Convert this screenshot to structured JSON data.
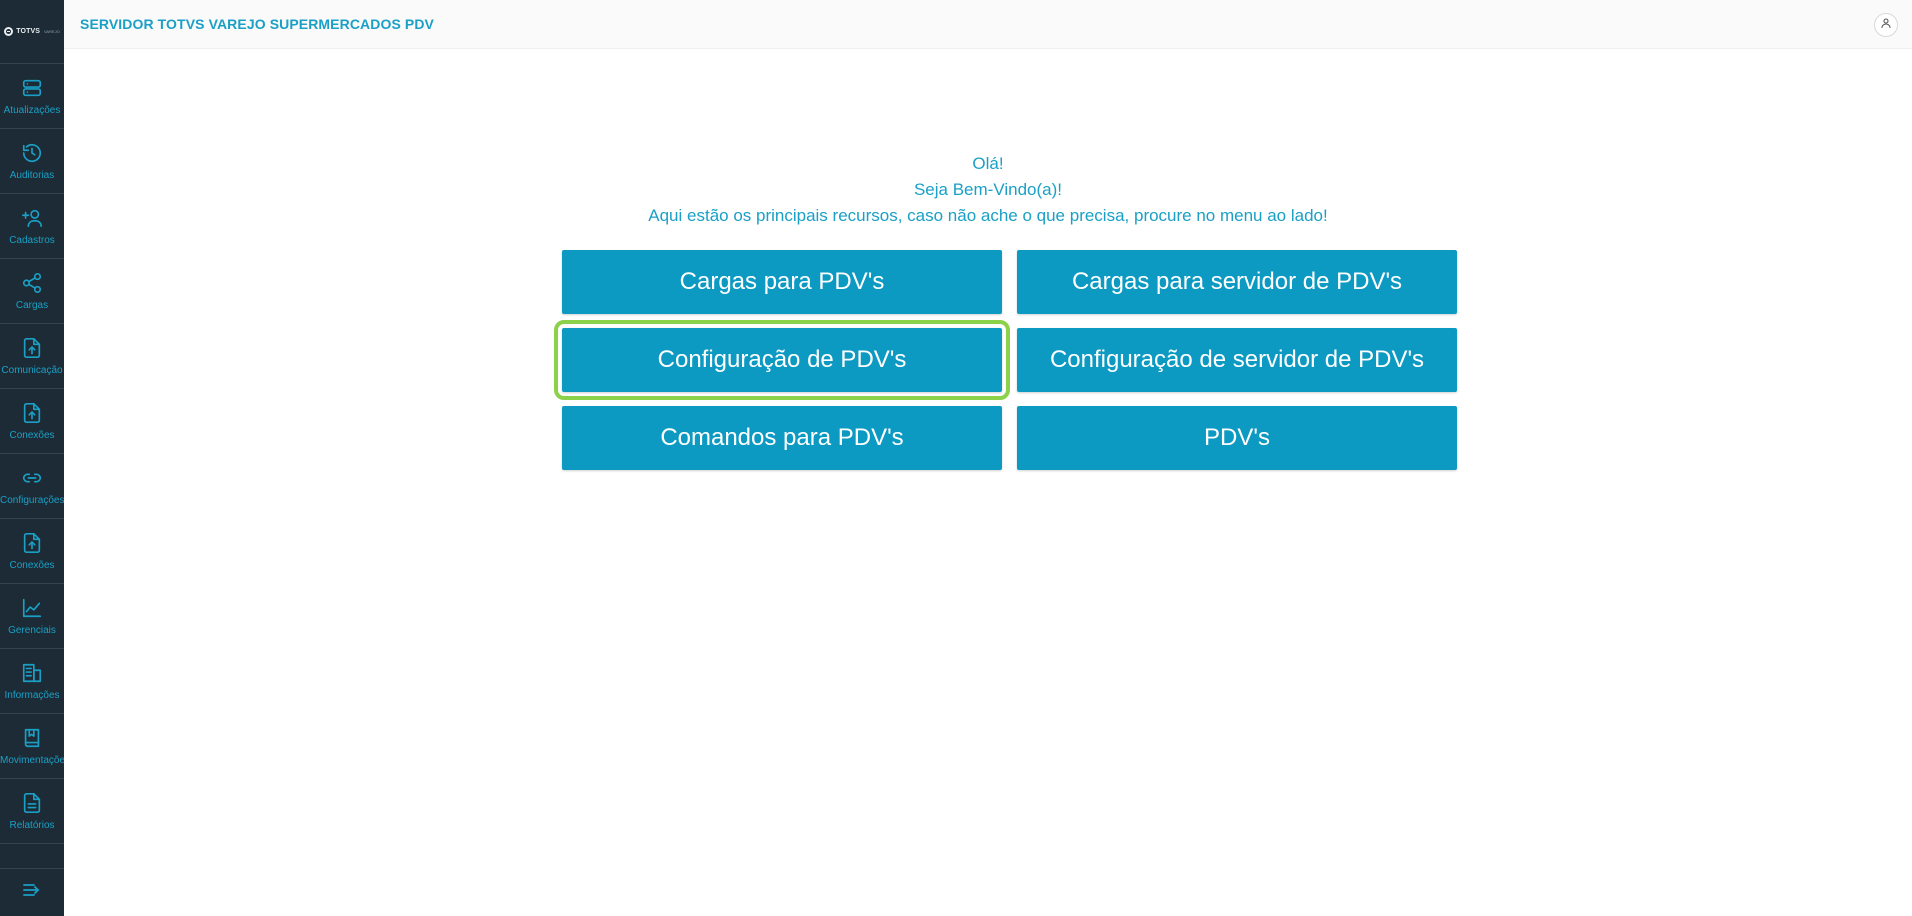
{
  "brand": {
    "logo_text": "TOTVS",
    "logo_subtext": "VAREJO"
  },
  "header": {
    "title": "SERVIDOR TOTVS VAREJO SUPERMERCADOS PDV",
    "user_icon": "user-icon"
  },
  "sidebar": {
    "items": [
      {
        "label": "Atualizações",
        "icon": "server-icon"
      },
      {
        "label": "Auditorias",
        "icon": "history-icon"
      },
      {
        "label": "Cadastros",
        "icon": "add-user-icon"
      },
      {
        "label": "Cargas",
        "icon": "share-icon"
      },
      {
        "label": "Comunicação",
        "icon": "file-upload-icon"
      },
      {
        "label": "Conexões",
        "icon": "file-upload-icon"
      },
      {
        "label": "Configurações",
        "icon": "link-icon"
      },
      {
        "label": "Conexões",
        "icon": "file-upload-icon"
      },
      {
        "label": "Gerenciais",
        "icon": "chart-icon"
      },
      {
        "label": "Informações",
        "icon": "building-icon"
      },
      {
        "label": "Movimentações",
        "icon": "book-icon"
      },
      {
        "label": "Relatórios",
        "icon": "document-icon"
      }
    ],
    "collapse_icon": "menu-collapse-icon"
  },
  "welcome": {
    "line1": "Olá!",
    "line2": "Seja Bem-Vindo(a)!",
    "line3": "Aqui estão os principais recursos, caso não ache o que precisa, procure no menu ao lado!"
  },
  "actions": [
    {
      "label": "Cargas para PDV's"
    },
    {
      "label": "Cargas para servidor de PDV's"
    },
    {
      "label": "Configuração de PDV's",
      "focused": true
    },
    {
      "label": "Configuração de servidor de PDV's"
    },
    {
      "label": "Comandos para PDV's"
    },
    {
      "label": "PDV's"
    }
  ],
  "colors": {
    "sidebar_bg": "#1c2b36",
    "accent": "#1aa0c6",
    "button_bg": "#0c9ac3",
    "focus_ring": "#8bd14a"
  }
}
